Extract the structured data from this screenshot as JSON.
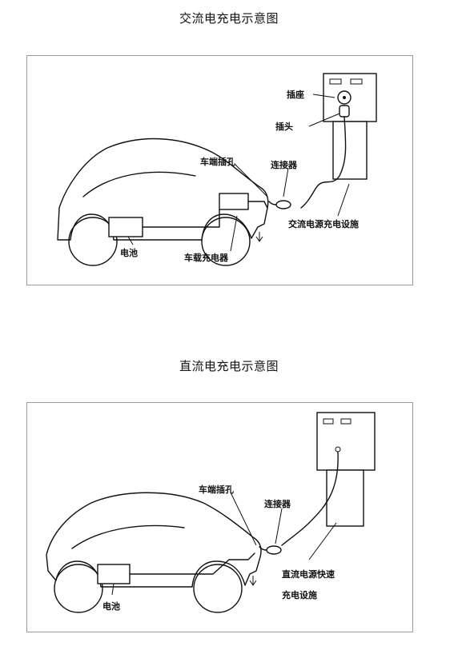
{
  "ac": {
    "title": "交流电充电示意图",
    "labels": {
      "socket": "插座",
      "plug": "插头",
      "vehicle_inlet": "车端插孔",
      "connector": "连接器",
      "ac_supply": "交流电源充电设施",
      "battery": "电池",
      "onboard_charger": "车载充电器"
    }
  },
  "dc": {
    "title": "直流电充电示意图",
    "labels": {
      "vehicle_inlet": "车端插孔",
      "connector": "连接器",
      "dc_supply_line1": "直流电源快速",
      "dc_supply_line2": "充电设施",
      "battery": "电池"
    }
  }
}
